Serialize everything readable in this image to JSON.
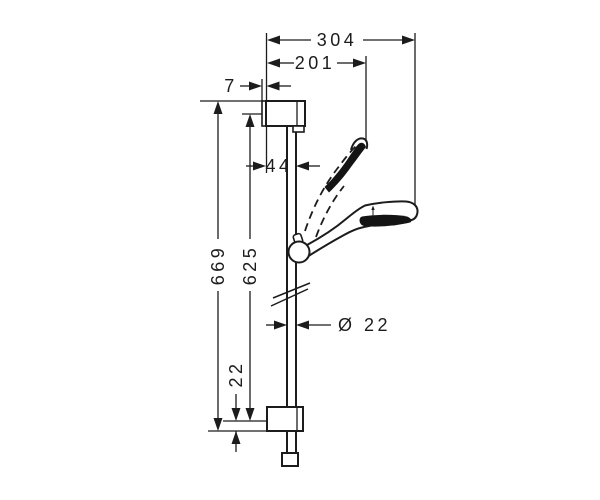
{
  "drawing": {
    "type": "technical-dimension-drawing",
    "subject": "wall-mounted shower slide bar with hand shower, two positions",
    "background": "#ffffff",
    "line_color": "#1c1c1c",
    "dimensions": {
      "overall_reach": "304",
      "upper_reach": "201",
      "wall_plate_thickness": "7",
      "rail_offset": "44",
      "overall_height": "669",
      "fixing_centres": "625",
      "lower_offset": "22",
      "rail_diameter": "Ø 22"
    }
  }
}
